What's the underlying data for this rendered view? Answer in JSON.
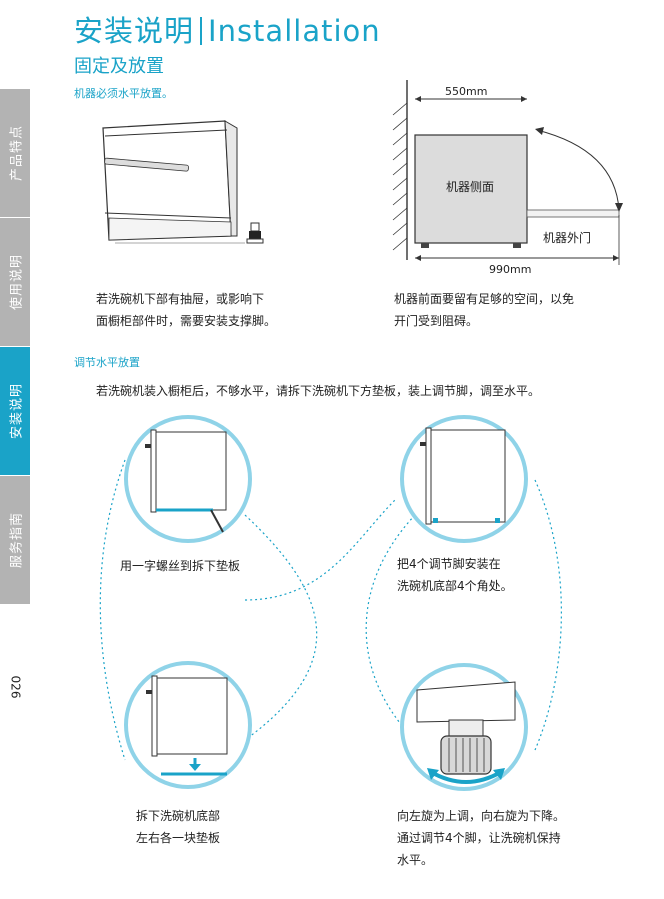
{
  "header": {
    "title_cn": "安装说明",
    "title_en": "Installation",
    "subtitle": "固定及放置",
    "note": "机器必须水平放置。"
  },
  "sidebar": {
    "tabs": [
      {
        "label": "产品特点",
        "active": false
      },
      {
        "label": "使用说明",
        "active": false
      },
      {
        "label": "安装说明",
        "active": true
      },
      {
        "label": "服务指南",
        "active": false
      }
    ],
    "page_number": "026"
  },
  "placement": {
    "left_caption": [
      "若洗碗机下部有抽屉，或影响下",
      "面橱柜部件时，需要安装支撑脚。"
    ],
    "right_caption": [
      "机器前面要留有足够的空间，以免",
      "开门受到阻碍。"
    ],
    "diagram": {
      "depth_label": "550mm",
      "total_label": "990mm",
      "side_label": "机器侧面",
      "door_label": "机器外门"
    }
  },
  "leveling": {
    "section_title": "调节水平放置",
    "intro": "若洗碗机装入橱柜后，不够水平，请拆下洗碗机下方垫板，装上调节脚，调至水平。",
    "step1": [
      "用一字螺丝到拆下垫板"
    ],
    "step2": [
      "把4个调节脚安装在",
      "洗碗机底部4个角处。"
    ],
    "step3": [
      "拆下洗碗机底部",
      "左右各一块垫板"
    ],
    "step4": [
      "向左旋为上调，向右旋为下降。",
      "通过调节4个脚，让洗碗机保持",
      "水平。"
    ]
  },
  "colors": {
    "accent": "#1aa3c8",
    "sidebar_inactive": "#b3b3b3"
  }
}
